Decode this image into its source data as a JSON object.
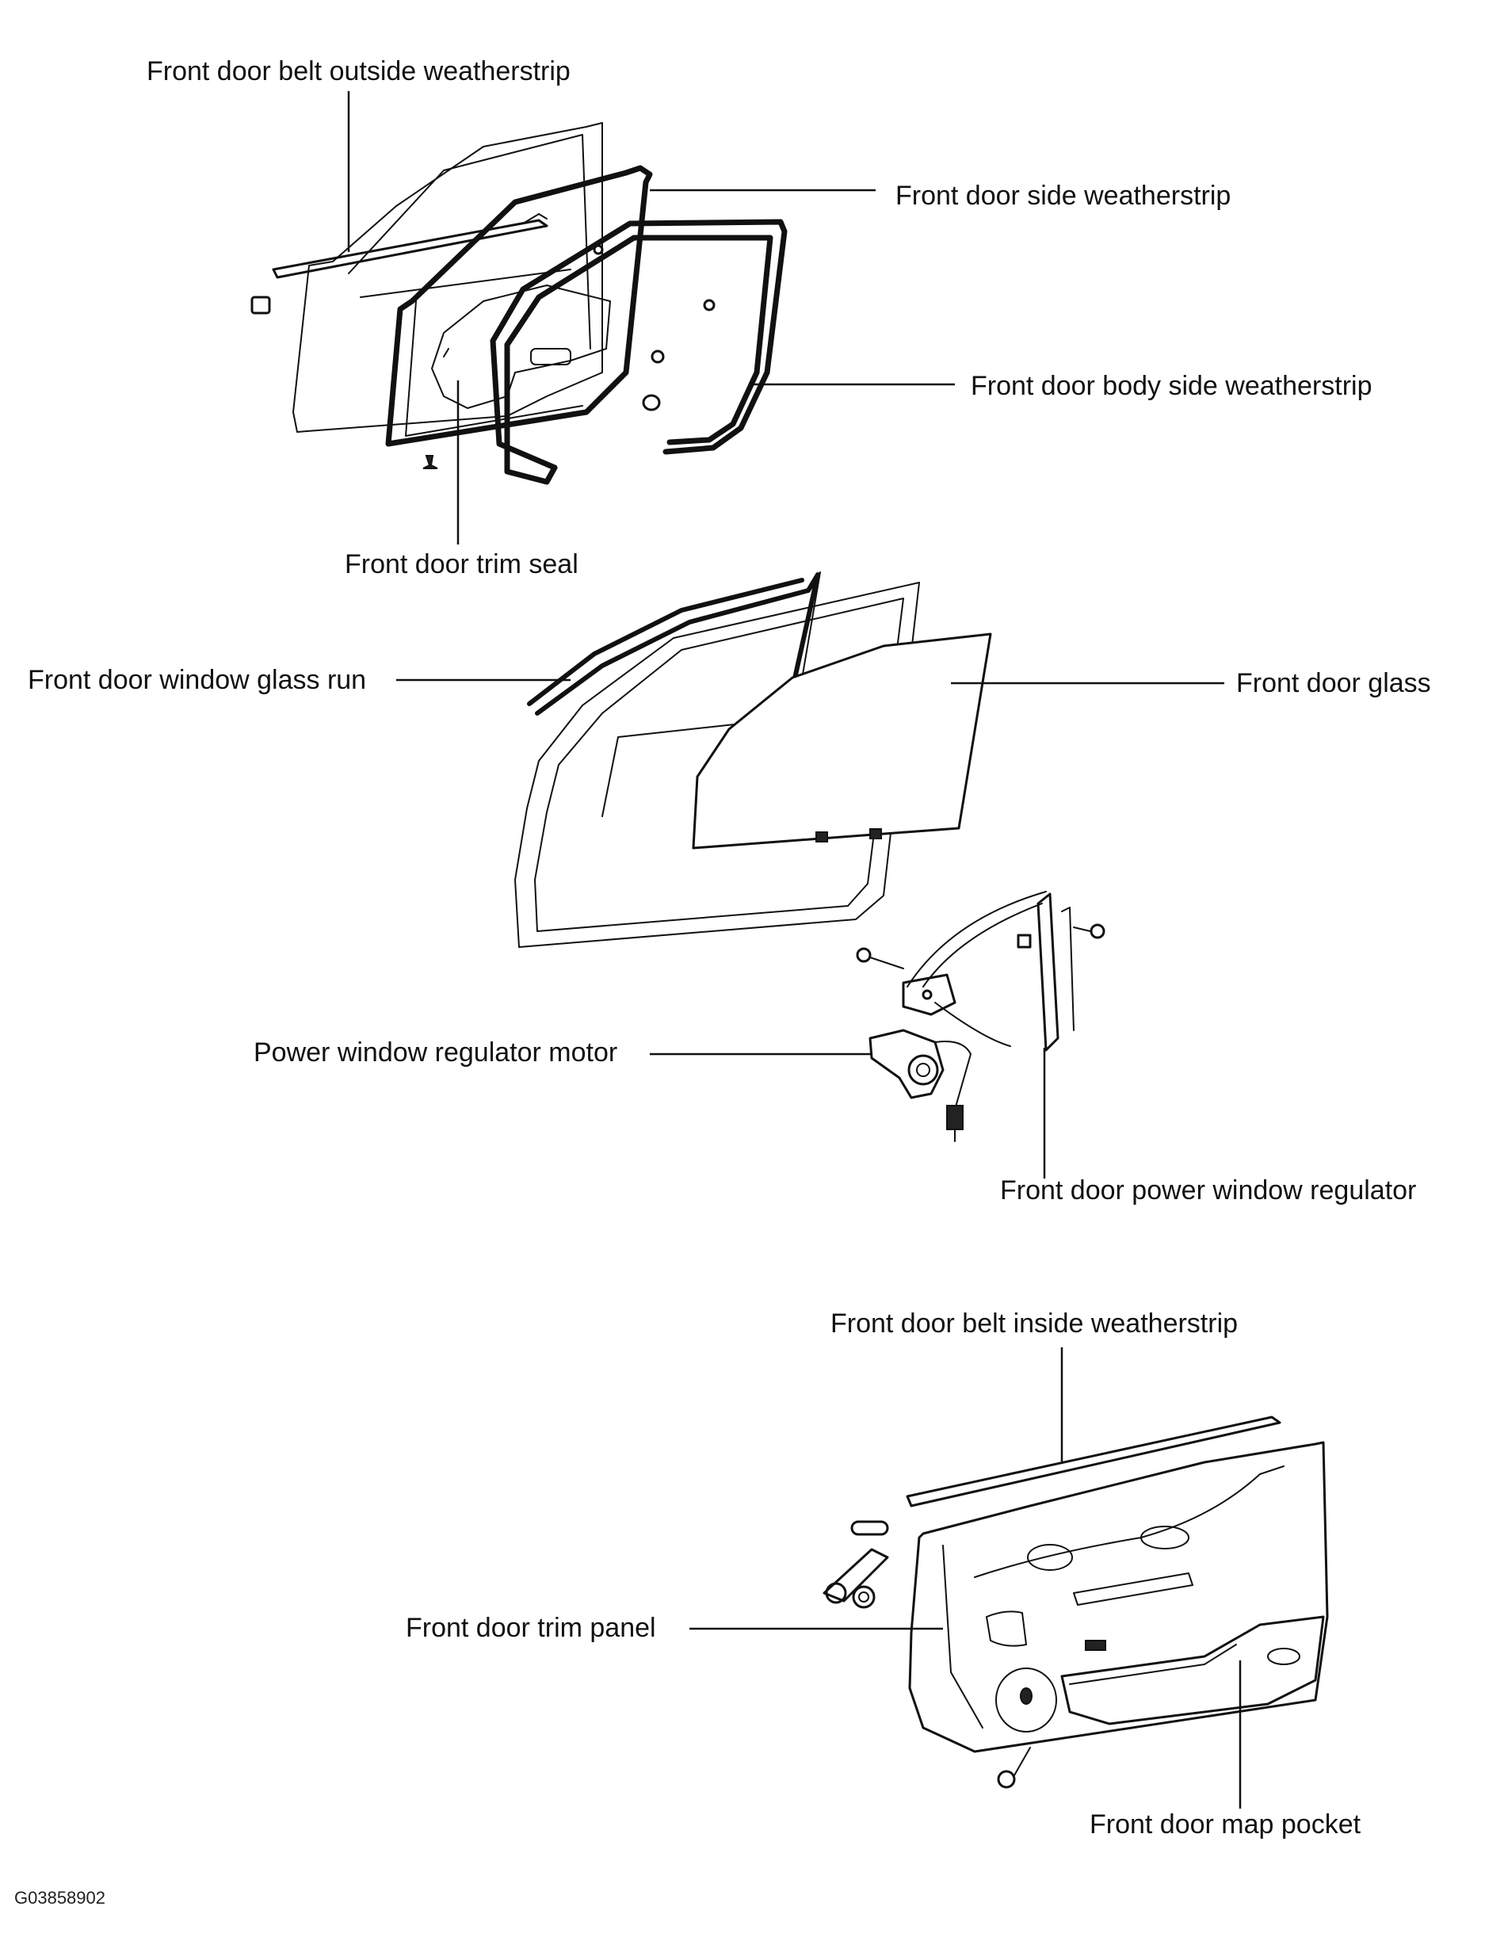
{
  "labels": {
    "belt_outside": "Front door belt outside weatherstrip",
    "side_weatherstrip": "Front door side weatherstrip",
    "body_side_weatherstrip": "Front door body side weatherstrip",
    "trim_seal": "Front door trim seal",
    "glass_run": "Front door window glass run",
    "door_glass": "Front door glass",
    "regulator_motor": "Power window regulator motor",
    "power_window_regulator": "Front door power window regulator",
    "belt_inside": "Front door belt inside weatherstrip",
    "trim_panel": "Front door trim panel",
    "map_pocket": "Front door map pocket"
  },
  "figure_code": "G03858902"
}
